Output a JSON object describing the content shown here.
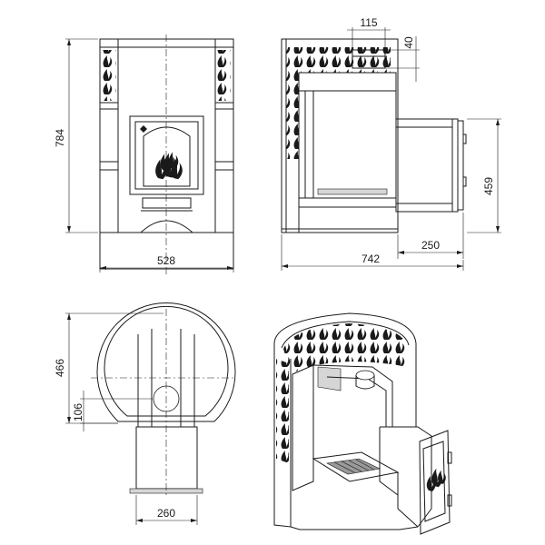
{
  "dimensions": {
    "front_height": "784",
    "front_width": "528",
    "side_top_width": "115",
    "side_top_height": "40",
    "side_door_height": "459",
    "side_tunnel_length": "250",
    "side_total_depth": "742",
    "top_depth": "466",
    "top_pipe_offset": "106",
    "top_tunnel_width": "260"
  },
  "icons": {
    "flame": "flame-icon",
    "stone_pattern": "stone-pattern-icon"
  },
  "colors": {
    "line": "#1a1a1a",
    "background": "#ffffff"
  }
}
